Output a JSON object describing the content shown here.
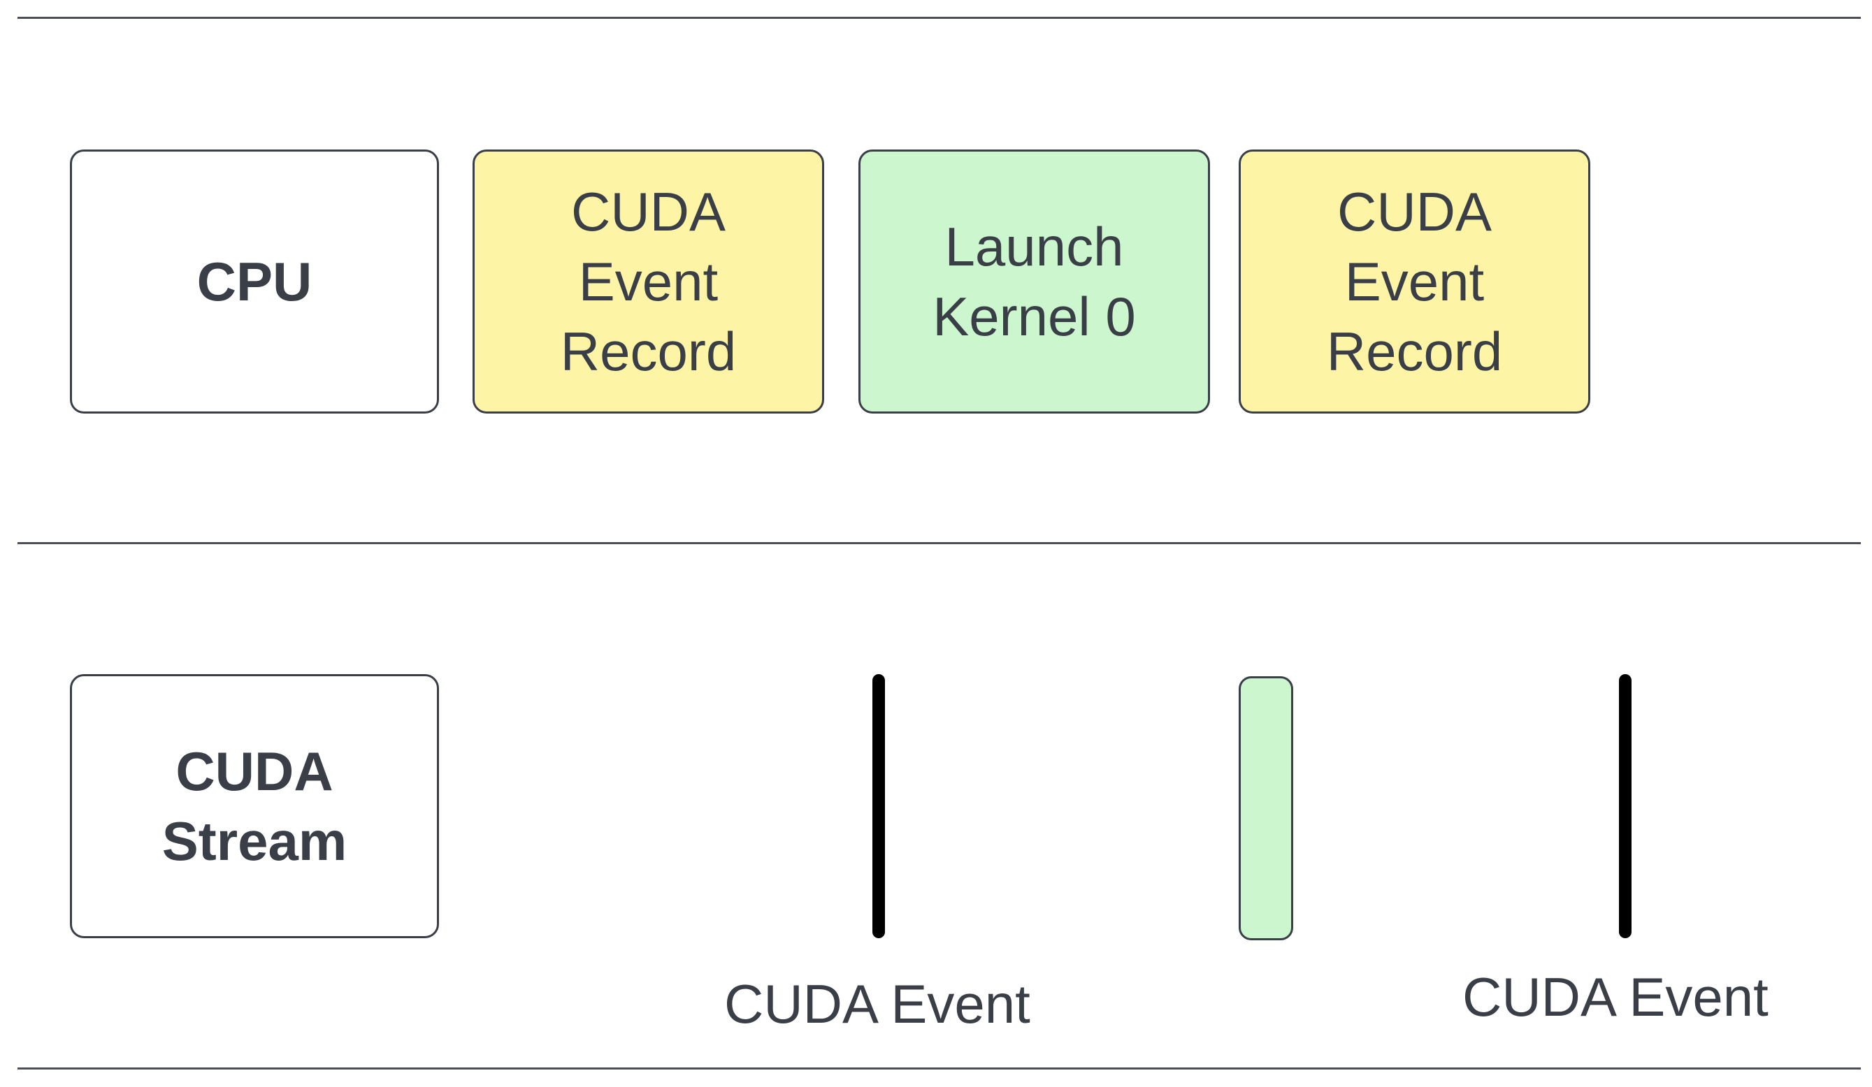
{
  "cpu_lane": {
    "label": "CPU",
    "steps": [
      {
        "label": "CUDA\nEvent\nRecord",
        "color": "#fef4a6"
      },
      {
        "label": "Launch\nKernel 0",
        "color": "#cbf6ce"
      },
      {
        "label": "CUDA\nEvent\nRecord",
        "color": "#fef4a6"
      }
    ]
  },
  "stream_lane": {
    "label": "CUDA\nStream",
    "event_labels": [
      "CUDA Event",
      "CUDA Event"
    ],
    "kernel_color": "#cbf6ce"
  },
  "colors": {
    "record": "#fef4a6",
    "kernel": "#cbf6ce",
    "event_marker": "#000000",
    "border": "#3a3f47"
  }
}
